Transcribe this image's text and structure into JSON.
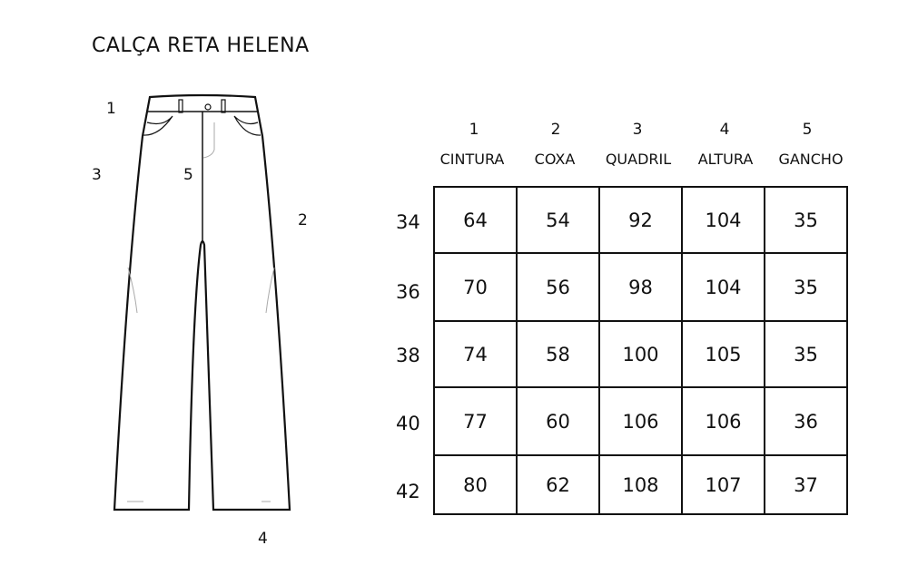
{
  "title": "CALÇA RETA HELENA",
  "diagram_labels": [
    "1",
    "2",
    "3",
    "4",
    "5"
  ],
  "columns": [
    {
      "num": "1",
      "name": "CINTURA"
    },
    {
      "num": "2",
      "name": "COXA"
    },
    {
      "num": "3",
      "name": "QUADRIL"
    },
    {
      "num": "4",
      "name": "ALTURA"
    },
    {
      "num": "5",
      "name": "GANCHO"
    }
  ],
  "rows": [
    {
      "size": "34",
      "values": [
        "64",
        "54",
        "92",
        "104",
        "35"
      ]
    },
    {
      "size": "36",
      "values": [
        "70",
        "56",
        "98",
        "104",
        "35"
      ]
    },
    {
      "size": "38",
      "values": [
        "74",
        "58",
        "100",
        "105",
        "35"
      ]
    },
    {
      "size": "40",
      "values": [
        "77",
        "60",
        "106",
        "106",
        "36"
      ]
    },
    {
      "size": "42",
      "values": [
        "80",
        "62",
        "108",
        "107",
        "37"
      ]
    }
  ]
}
